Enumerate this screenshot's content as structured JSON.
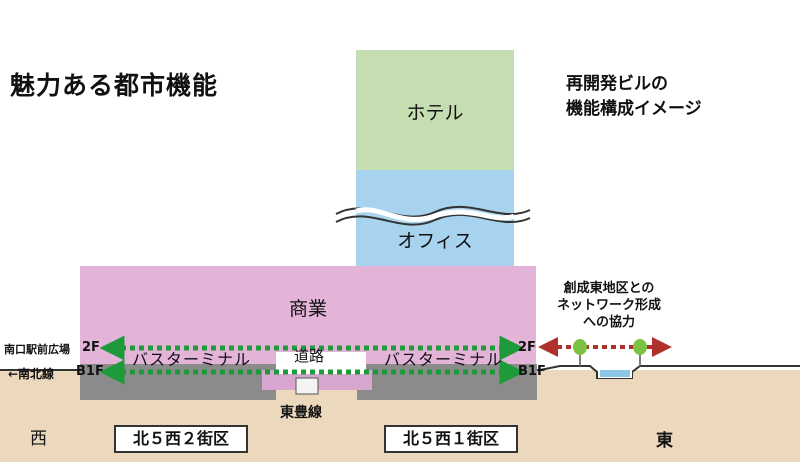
{
  "title": "魅力ある都市機能",
  "caption": {
    "line1": "再開発ビルの",
    "line2": "機能構成イメージ"
  },
  "building": {
    "hotel": "ホテル",
    "office": "オフィス",
    "retail": "商業"
  },
  "collaboration": {
    "line1": "創成東地区との",
    "line2": "ネットワーク形成",
    "line3": "への協力"
  },
  "levels": {
    "upper_connection": "南口駅前広場",
    "upper_floor": "2F",
    "lower_connection": "←南北線",
    "lower_floor": "B1F"
  },
  "labels": {
    "bus_terminal_west": "バスターミナル",
    "bus_terminal_east": "バスターミナル",
    "road": "道路",
    "toho_line": "東豊線",
    "floor_2f_east": "2F",
    "floor_b1f_east": "B1F"
  },
  "blocks": {
    "west": "北５西２街区",
    "east": "北５西１街区"
  },
  "directions": {
    "west": "西",
    "east": "東"
  },
  "colors": {
    "hotel": "#c5deb1",
    "office": "#a8d3ee",
    "retail": "#e3b3d8",
    "ground": "#ecd8bc",
    "underground": "#8b8b8b",
    "network_arrow": "#1f9a3a",
    "collab_arrow": "#b0312c"
  }
}
